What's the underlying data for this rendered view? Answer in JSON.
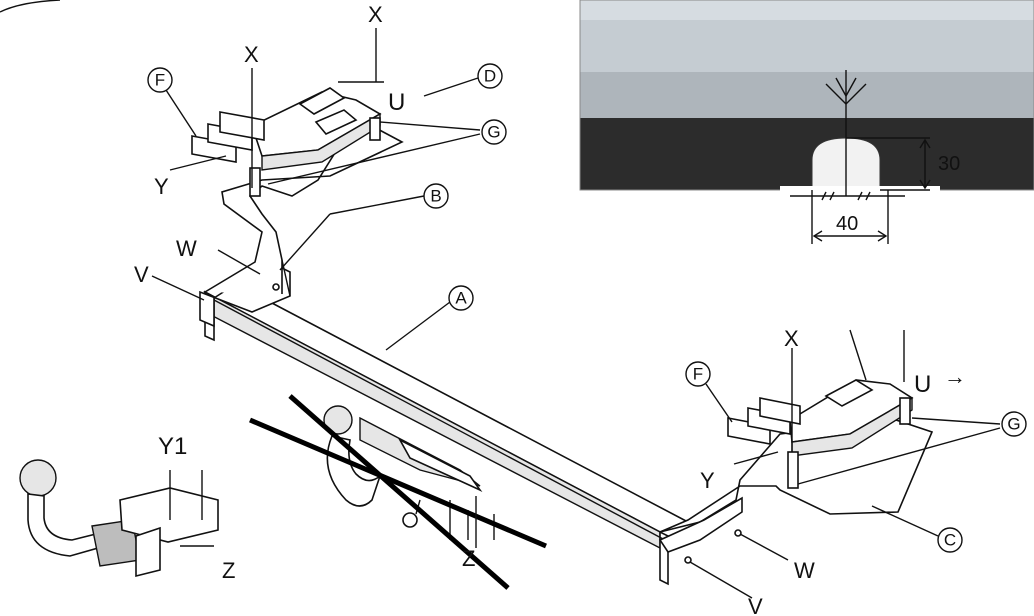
{
  "labels": {
    "A": "A",
    "B": "B",
    "C": "C",
    "D": "D",
    "F_left": "F",
    "F_right": "F",
    "G_left": "G",
    "G_right": "G",
    "U_left": "U",
    "U_right": "U",
    "V_left": "V",
    "V_right": "V",
    "W_left": "W",
    "W_right": "W",
    "X_top": "X",
    "X_left": "X",
    "X_right": "X",
    "Y_left": "Y",
    "Y_right": "Y",
    "Y1": "Y1",
    "Z_detail": "Z",
    "Z_center": "Z"
  },
  "photo": {
    "dim_height": "30",
    "dim_width": "40"
  },
  "colors": {
    "line": "#111111",
    "photo_light": "#b9c0c6",
    "photo_dark": "#2b2b2b",
    "crossout": "#000000"
  }
}
